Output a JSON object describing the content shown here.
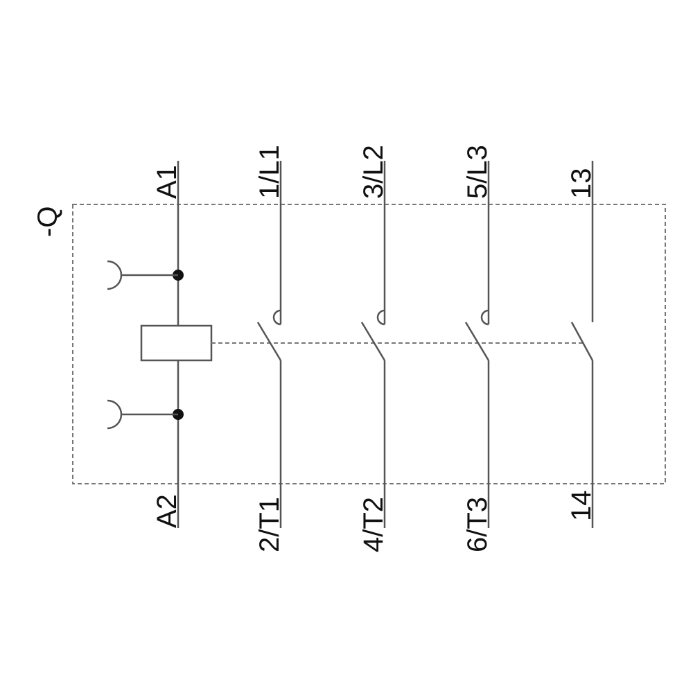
{
  "device_label": "-Q",
  "coil": {
    "top": "A1",
    "bottom": "A2"
  },
  "contacts": [
    {
      "top": "1/L1",
      "bottom": "2/T1",
      "type": "main"
    },
    {
      "top": "3/L2",
      "bottom": "4/T2",
      "type": "main"
    },
    {
      "top": "5/L3",
      "bottom": "6/T3",
      "type": "main"
    },
    {
      "top": "13",
      "bottom": "14",
      "type": "auxiliary"
    }
  ]
}
